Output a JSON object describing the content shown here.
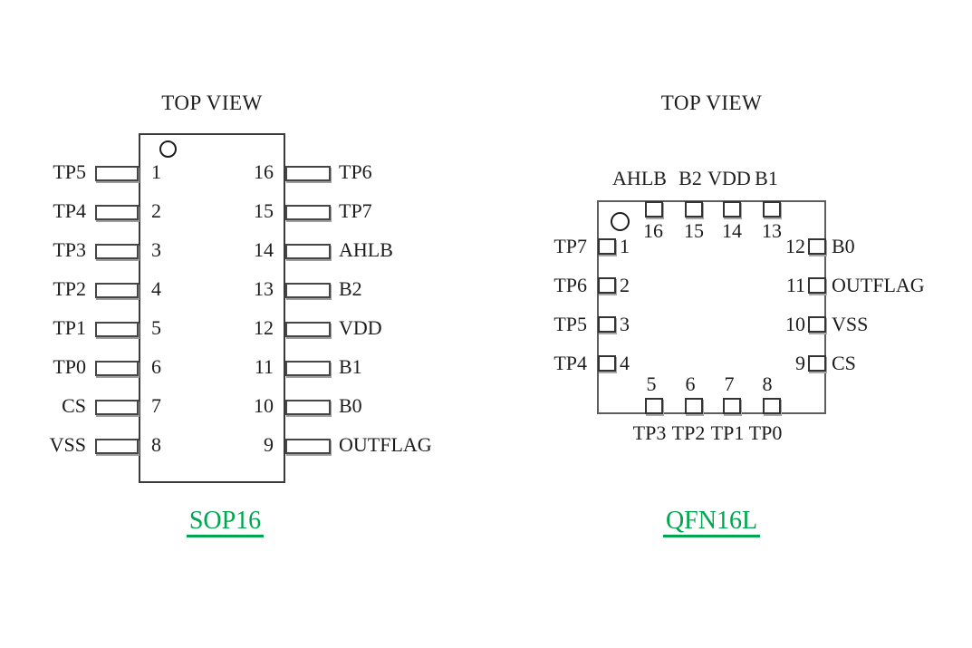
{
  "sop16": {
    "title": "TOP VIEW",
    "package_name": "SOP16",
    "left_pins": [
      {
        "number": "1",
        "label": "TP5"
      },
      {
        "number": "2",
        "label": "TP4"
      },
      {
        "number": "3",
        "label": "TP3"
      },
      {
        "number": "4",
        "label": "TP2"
      },
      {
        "number": "5",
        "label": "TP1"
      },
      {
        "number": "6",
        "label": "TP0"
      },
      {
        "number": "7",
        "label": "CS"
      },
      {
        "number": "8",
        "label": "VSS"
      }
    ],
    "right_pins": [
      {
        "number": "16",
        "label": "TP6"
      },
      {
        "number": "15",
        "label": "TP7"
      },
      {
        "number": "14",
        "label": "AHLB"
      },
      {
        "number": "13",
        "label": "B2"
      },
      {
        "number": "12",
        "label": "VDD"
      },
      {
        "number": "11",
        "label": "B1"
      },
      {
        "number": "10",
        "label": "B0"
      },
      {
        "number": "9",
        "label": "OUTFLAG"
      }
    ]
  },
  "qfn16l": {
    "title": "TOP VIEW",
    "package_name": "QFN16L",
    "top_pins": [
      {
        "number": "16",
        "label": "AHLB"
      },
      {
        "number": "15",
        "label": "B2"
      },
      {
        "number": "14",
        "label": "VDD"
      },
      {
        "number": "13",
        "label": "B1"
      }
    ],
    "left_pins": [
      {
        "number": "1",
        "label": "TP7"
      },
      {
        "number": "2",
        "label": "TP6"
      },
      {
        "number": "3",
        "label": "TP5"
      },
      {
        "number": "4",
        "label": "TP4"
      }
    ],
    "right_pins": [
      {
        "number": "12",
        "label": "B0"
      },
      {
        "number": "11",
        "label": "OUTFLAG"
      },
      {
        "number": "10",
        "label": "VSS"
      },
      {
        "number": "9",
        "label": "CS"
      }
    ],
    "bottom_pins": [
      {
        "number": "5",
        "label": "TP3"
      },
      {
        "number": "6",
        "label": "TP2"
      },
      {
        "number": "7",
        "label": "TP1"
      },
      {
        "number": "8",
        "label": "TP0"
      }
    ]
  },
  "colors": {
    "package_label_green": "#00A64F"
  }
}
